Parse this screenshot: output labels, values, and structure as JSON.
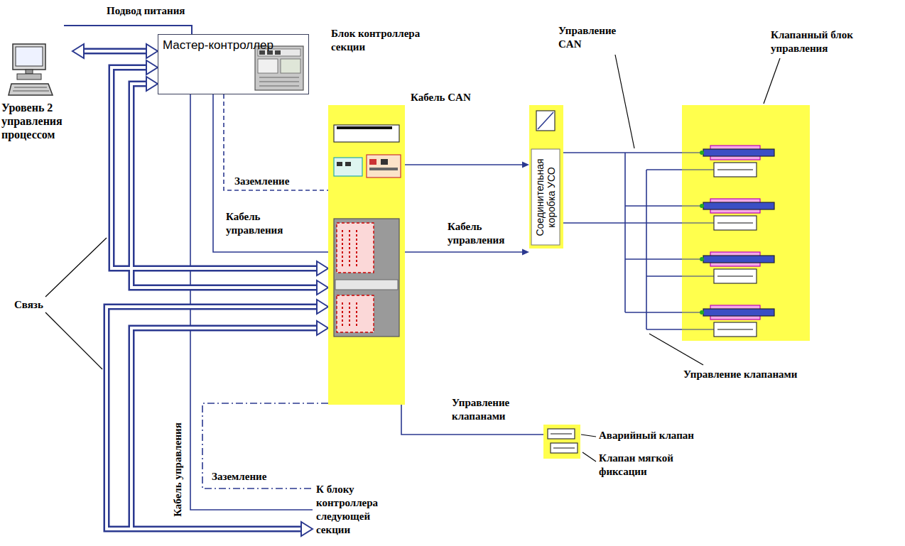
{
  "diagram": {
    "nodes": [
      {
        "text": [
          "Уровень 2 управления процессом"
        ]
      },
      {
        "text": [
          "Мастер-контроллер"
        ]
      },
      {
        "text": [
          "Блок контроллера секции"
        ]
      },
      {
        "text": [
          "Соединительная коробка УСО"
        ]
      },
      {
        "text": [
          "Клапанный блок управления"
        ]
      },
      {
        "text": [
          "Аварийный клапан",
          "Клапан мягкой фиксации"
        ]
      }
    ],
    "edges": [
      {
        "from": 0,
        "to": 1,
        "arrow": "both"
      },
      {
        "from": 1,
        "to": 2,
        "label": "Кабель управления",
        "arrow": "none"
      },
      {
        "from": 1,
        "to": 2,
        "label": "Заземление",
        "arrow": "none"
      },
      {
        "from": 2,
        "to": 3,
        "label": "Кабель CAN",
        "arrow": "to"
      },
      {
        "from": 2,
        "to": 3,
        "label": "Кабель управления",
        "arrow": "to"
      },
      {
        "from": 3,
        "to": 4,
        "label": "Управление CAN",
        "arrow": "none"
      },
      {
        "from": 3,
        "to": 4,
        "label": "Управление клапанами",
        "arrow": "none"
      },
      {
        "from": 2,
        "to": 5,
        "label": "Управление клапанами",
        "arrow": "none"
      }
    ],
    "labels": [
      "Подвод питания",
      "Связь",
      "Кабель управления",
      "Заземление",
      "К блоку контроллера следующей секции"
    ]
  }
}
